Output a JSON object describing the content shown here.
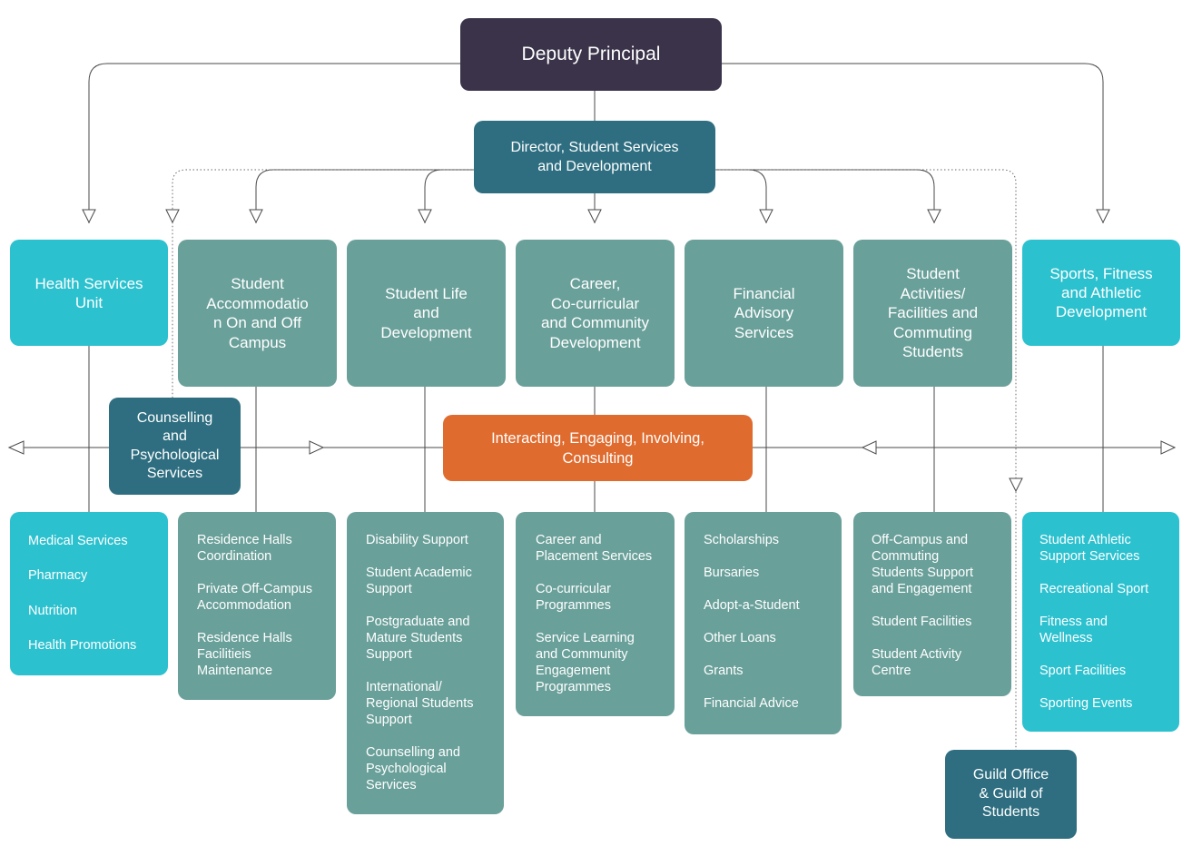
{
  "colors": {
    "deputy": "#3a3349",
    "director": "#2e6e80",
    "unit": "#6aa09a",
    "accent_cyan": "#2cc1cf",
    "hub": "#e06b2e",
    "line": "#4a4a4a"
  },
  "deputy": "Deputy Principal",
  "director": "Director, Student Services\nand Development",
  "hub": "Interacting, Engaging, Involving,\nConsulting",
  "counselling": "Counselling\nand\nPsychological\nServices",
  "guild": "Guild Office\n& Guild of\nStudents",
  "units": [
    {
      "title": "Health Services\nUnit",
      "items": [
        "Medical Services",
        "Pharmacy",
        "Nutrition",
        "Health Promotions"
      ]
    },
    {
      "title": "Student\nAccommodatio\nn On and Off\nCampus",
      "items": [
        "Residence Halls\nCoordination",
        "Private Off-Campus\nAccommodation",
        "Residence Halls\nFacilitieis\nMaintenance"
      ]
    },
    {
      "title": "Student Life\nand\nDevelopment",
      "items": [
        "Disability Support",
        "Student Academic\nSupport",
        "Postgraduate and\nMature Students\nSupport",
        "International/\nRegional Students\nSupport",
        "Counselling and\nPsychological\nServices"
      ]
    },
    {
      "title": "Career,\nCo-curricular\nand Community\nDevelopment",
      "items": [
        "Career and\nPlacement Services",
        "Co-curricular\nProgrammes",
        "Service Learning\nand Community\nEngagement\nProgrammes"
      ]
    },
    {
      "title": "Financial\nAdvisory\nServices",
      "items": [
        "Scholarships",
        "Bursaries",
        "Adopt-a-Student",
        "Other Loans",
        "Grants",
        "Financial Advice"
      ]
    },
    {
      "title": "Student\nActivities/\nFacilities and\nCommuting\nStudents",
      "items": [
        "Off-Campus and\nCommuting\nStudents Support\nand Engagement",
        "Student Facilities",
        "Student Activity\nCentre"
      ]
    },
    {
      "title": "Sports, Fitness\nand Athletic\nDevelopment",
      "items": [
        "Student Athletic\nSupport Services",
        "Recreational Sport",
        "Fitness and\nWellness",
        "Sport Facilities",
        "Sporting Events"
      ]
    }
  ]
}
